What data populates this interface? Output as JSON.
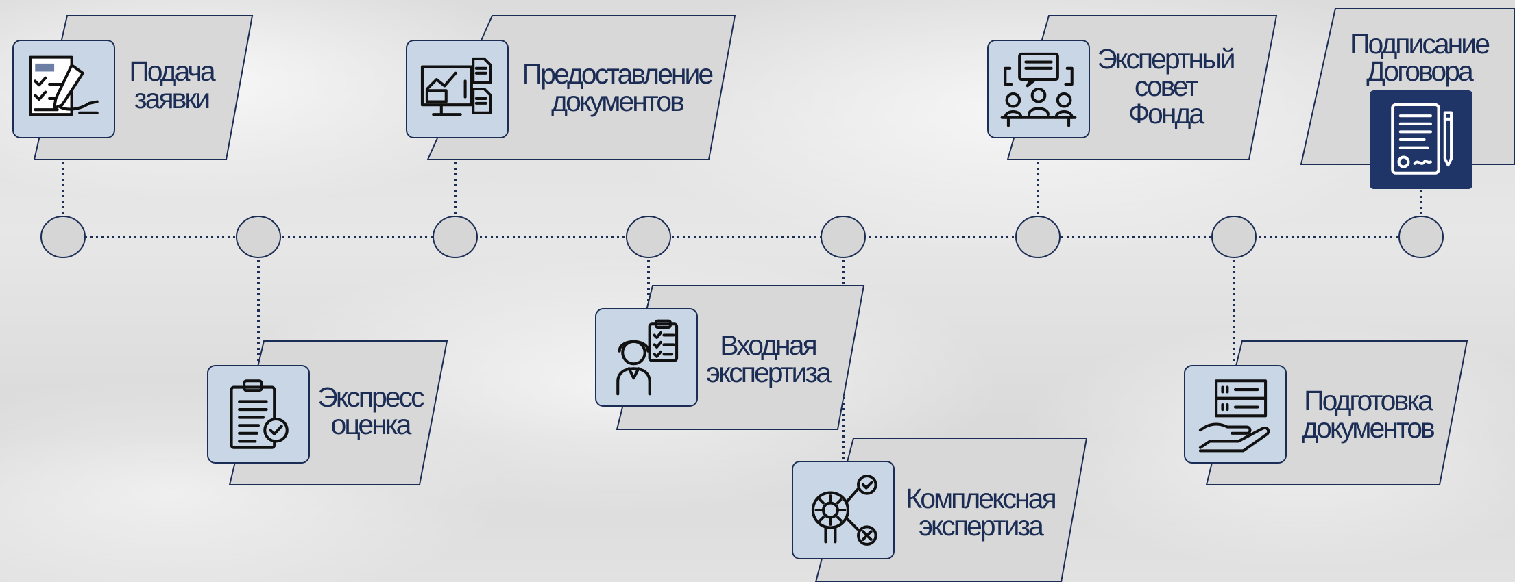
{
  "colors": {
    "navy": "#1c2d55",
    "card_fill": "#d8d8d8",
    "icon_fill": "#c9d6e6",
    "dark_icon_fill": "#1f3467",
    "node_fill": "#d6d6d6"
  },
  "steps": [
    {
      "id": "podacha",
      "lines": [
        "Подача",
        "заявки"
      ],
      "icon": "form-pen-icon"
    },
    {
      "id": "express",
      "lines": [
        "Экспресс",
        "оценка"
      ],
      "icon": "clipboard-check-icon"
    },
    {
      "id": "predostavlenie",
      "lines": [
        "Предоставление",
        "документов"
      ],
      "icon": "monitor-documents-icon"
    },
    {
      "id": "vhodnaya",
      "lines": [
        "Входная",
        "экспертиза"
      ],
      "icon": "consultant-checklist-icon"
    },
    {
      "id": "kompleksnaya",
      "lines": [
        "Комплексная",
        "экспертиза"
      ],
      "icon": "gear-decision-icon"
    },
    {
      "id": "ekspertny",
      "lines": [
        "Экспертный",
        "совет",
        "Фонда"
      ],
      "icon": "meeting-table-icon"
    },
    {
      "id": "podgotovka",
      "lines": [
        "Подготовка",
        "документов"
      ],
      "icon": "hand-server-icon"
    },
    {
      "id": "podpisanie",
      "lines": [
        "Подписание",
        "Договора"
      ],
      "icon": "contract-signing-icon"
    }
  ]
}
